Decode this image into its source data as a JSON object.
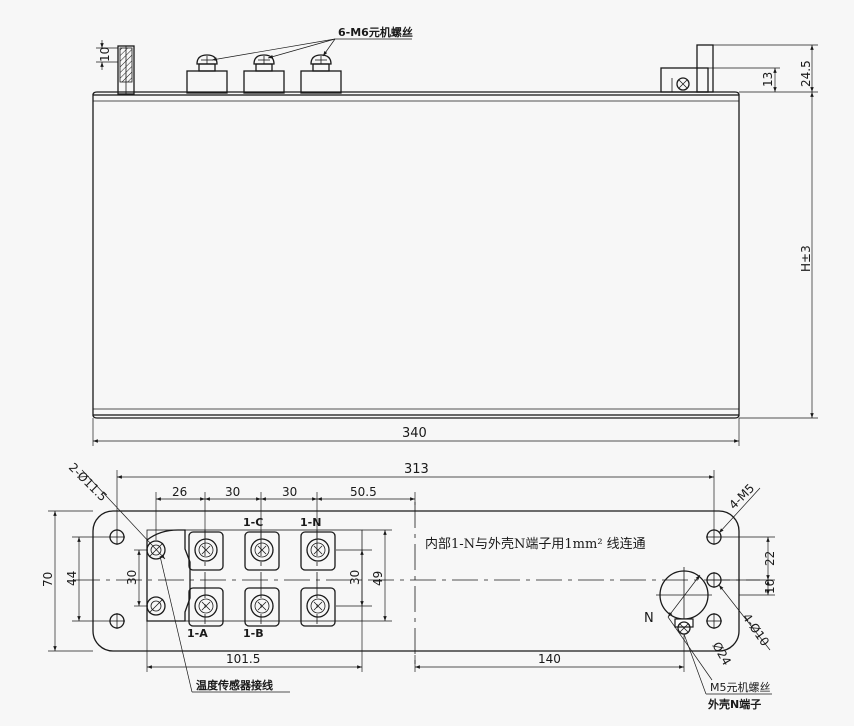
{
  "top_view": {
    "callout_screws": "6-M6元机螺丝",
    "dim_width": "340",
    "dim_height": "H±3",
    "dim_top_total": "24.5",
    "dim_top_bracket": "13",
    "dim_top_left": "10"
  },
  "bottom_view": {
    "dim_overall": "313",
    "dim_26": "26",
    "dim_30a": "30",
    "dim_30b": "30",
    "dim_50_5": "50.5",
    "dim_70": "70",
    "dim_44": "44",
    "dim_30_left": "30",
    "dim_30_right": "30",
    "dim_49": "49",
    "dim_22": "22",
    "dim_10": "10",
    "dim_101_5": "101.5",
    "dim_140": "140",
    "hole_left": "2-Ø11.5",
    "hole_right_m5": "4-M5",
    "hole_right_d10": "4-Ø10",
    "dia_24": "Ø24",
    "label_1c": "1-C",
    "label_1n": "1-N",
    "label_1a": "1-A",
    "label_1b": "1-B",
    "label_n": "N",
    "note": "内部1-N与外壳N端子用1mm² 线连通",
    "temp_sensor": "温度传感器接线",
    "m5_screw": "M5元机螺丝",
    "shell_n": "外壳N端子"
  }
}
